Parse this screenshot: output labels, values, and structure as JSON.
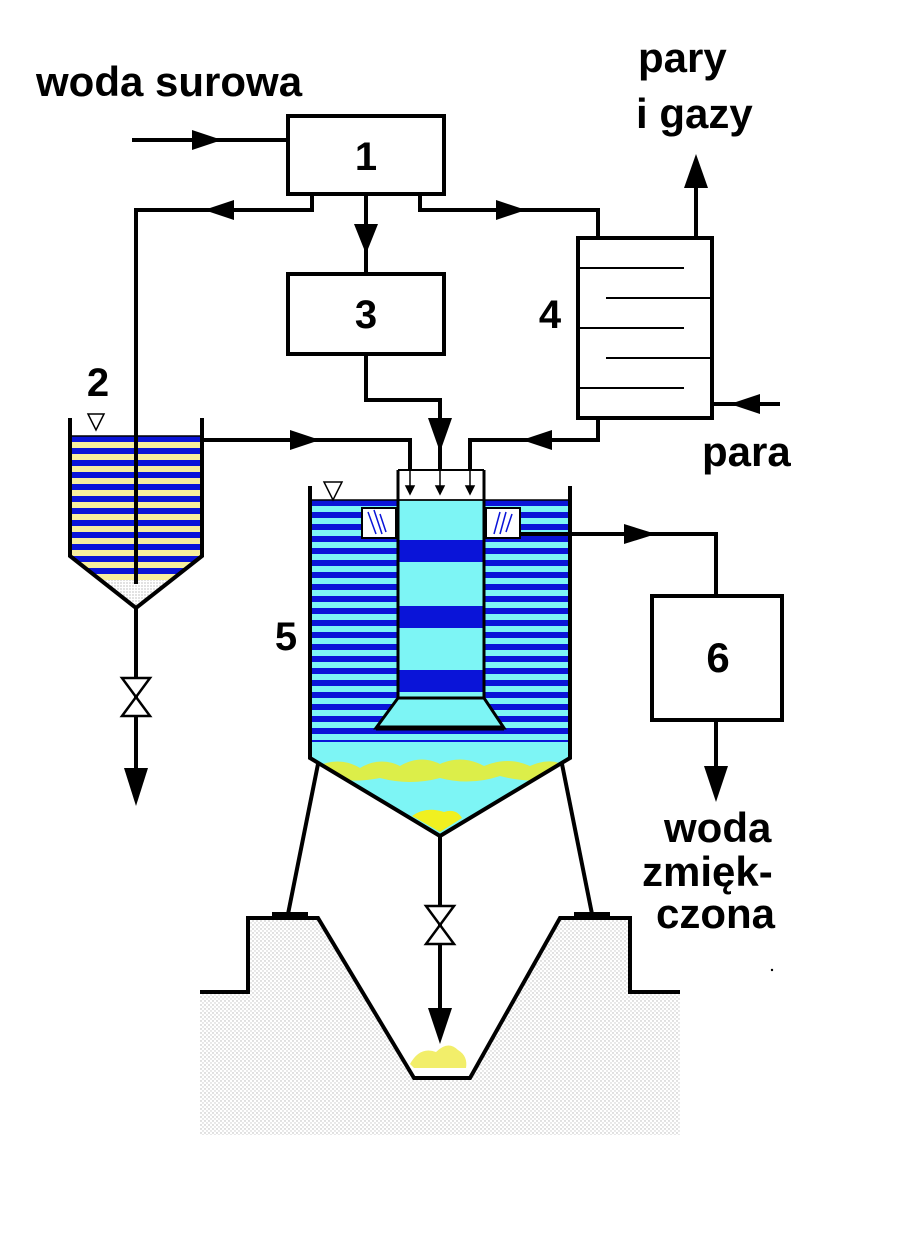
{
  "labels": {
    "raw_water": "woda surowa",
    "vapors_line1": "pary",
    "vapors_line2": "i gazy",
    "steam": "para",
    "softened_line1": "woda",
    "softened_line2": "zmięk-",
    "softened_line3": "czona"
  },
  "units": {
    "u1": "1",
    "u2": "2",
    "u3": "3",
    "u4": "4",
    "u5": "5",
    "u6": "6"
  },
  "colors": {
    "dark_blue": "#0a14d8",
    "light_cyan": "#7df5f5",
    "yellow_band": "#f7ef9e",
    "sludge_yellow": "#ecec2a",
    "ground_dots": "#bdbdbd",
    "line": "#000000"
  }
}
